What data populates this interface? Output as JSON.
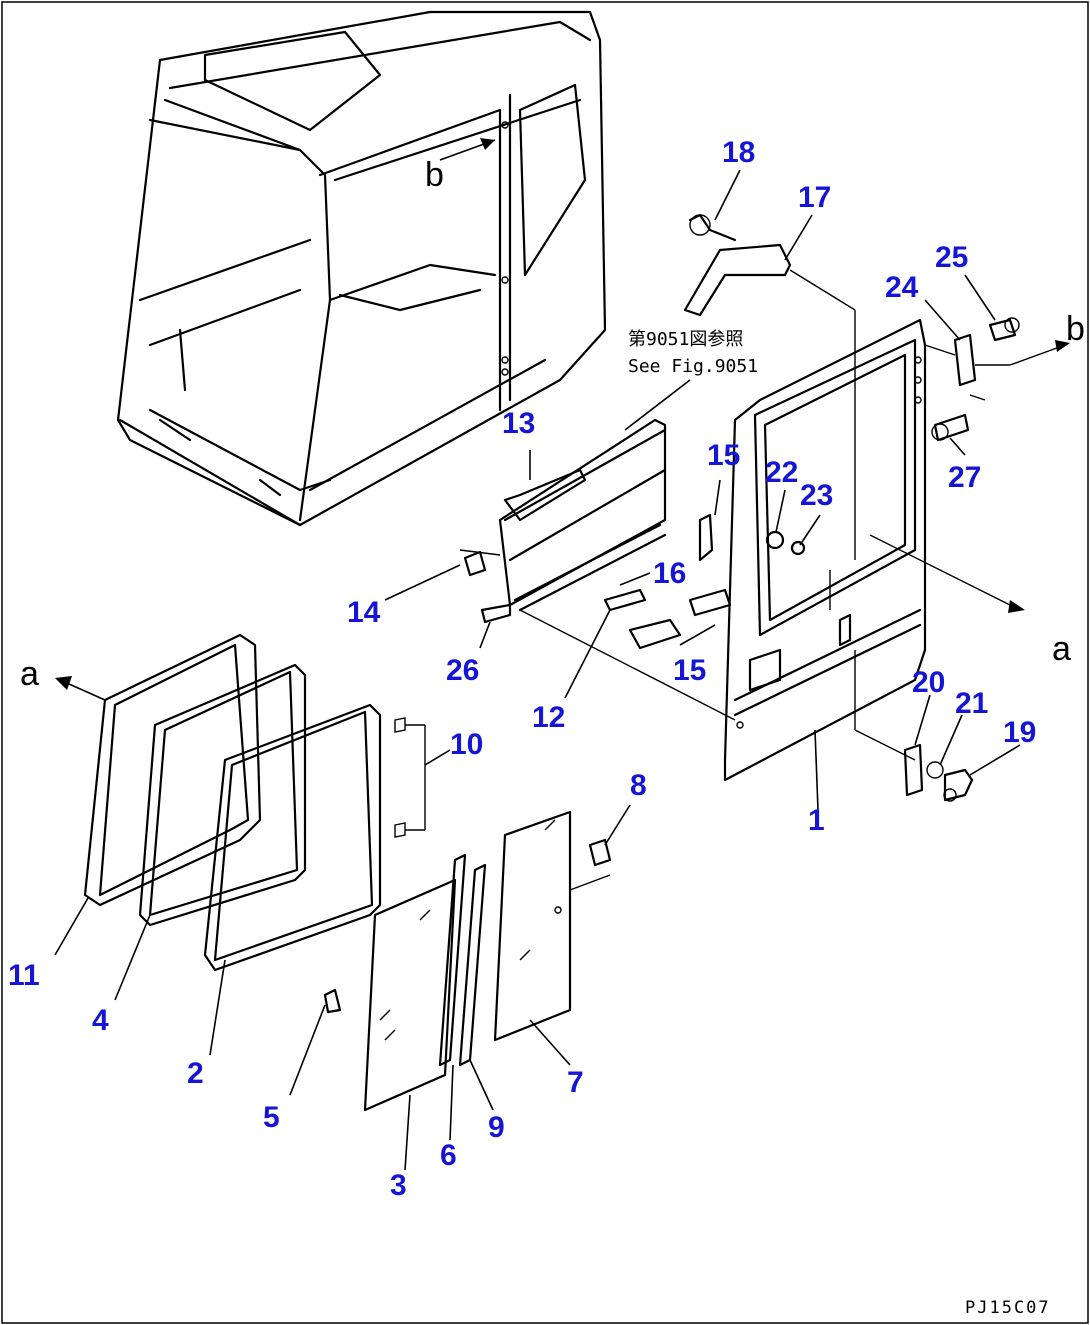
{
  "diagram": {
    "figure_code": "PJ15C07",
    "see_note": {
      "japanese": "第9051図参照",
      "english": "See Fig.9051"
    },
    "view_markers": {
      "a": "a",
      "b": "b"
    },
    "callouts": [
      "1",
      "2",
      "3",
      "4",
      "5",
      "6",
      "7",
      "8",
      "9",
      "10",
      "11",
      "12",
      "13",
      "14",
      "15",
      "15",
      "16",
      "17",
      "18",
      "19",
      "20",
      "21",
      "22",
      "23",
      "24",
      "25",
      "26",
      "27"
    ]
  }
}
